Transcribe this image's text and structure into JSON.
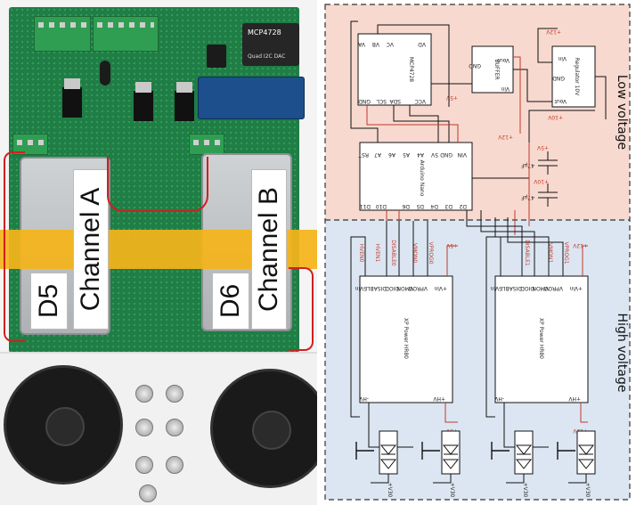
{
  "photo": {
    "channel_labels": [
      "Channel A",
      "Channel B"
    ],
    "diode_labels": [
      "D5",
      "D6"
    ],
    "module_label": "MCP4728",
    "module_sublabel": "Quad I2C DAC"
  },
  "schematic": {
    "zones": {
      "low_voltage": "Low voltage",
      "high_voltage": "High voltage"
    },
    "modules": {
      "dac": {
        "name": "MCP4728",
        "pins": [
          "VA",
          "VB",
          "VC",
          "VD",
          "GND",
          "SCL",
          "SDA",
          "VCC"
        ]
      },
      "buffer": {
        "name": "BUFFER",
        "pins": [
          "GND",
          "Vout",
          "Vin"
        ]
      },
      "regulator": {
        "name": "Regulator 10V",
        "pins": [
          "Vin",
          "GND",
          "Vout"
        ]
      },
      "arduino": {
        "name": "Arduino Nano",
        "pins": [
          "VIN",
          "GND",
          "5V",
          "A4",
          "A5",
          "A6",
          "A7",
          "RST",
          "D2",
          "D3",
          "D4",
          "D5",
          "D6",
          "D10",
          "D11"
        ]
      },
      "driver_a": {
        "name": "XP Power HR80",
        "pins": [
          "-Vin",
          "DISABLE",
          "DIOD",
          "VMON",
          "VPROG",
          "+Vin",
          "-HV",
          "+HV"
        ]
      },
      "driver_b": {
        "name": "XP Power HR80",
        "pins": [
          "-Vin",
          "DISABLE",
          "DIOD",
          "VMON",
          "VPROG",
          "+Vin",
          "-HV",
          "+HV"
        ]
      }
    },
    "power_labels": [
      "+5V",
      "+12V",
      "+10V",
      "+12V",
      "+5V",
      "+10V",
      "+5V",
      "+12V",
      "+5V",
      "+12V"
    ],
    "net_labels": [
      "HVEN0",
      "HVEN1",
      "DISABLE0",
      "DISABLE1",
      "VMON0",
      "VMON1",
      "VPROG0",
      "VPROG1"
    ],
    "output_labels": [
      "+V30",
      "+V30",
      "+V30",
      "+V30"
    ],
    "cap_labels": [
      "47μF",
      "47μF"
    ],
    "colors": {
      "low_voltage_bg": "#f8d9cf",
      "high_voltage_bg": "#dce6f2",
      "wire": "#111111",
      "signal": "#c0392b",
      "border": "#333333"
    }
  }
}
